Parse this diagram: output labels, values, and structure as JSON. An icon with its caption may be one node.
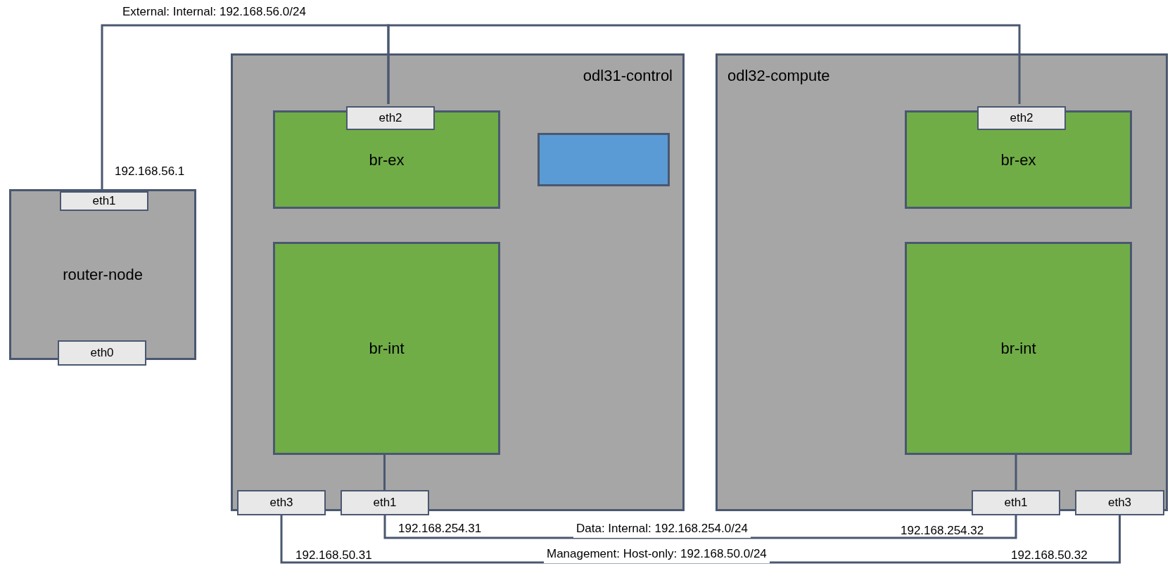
{
  "diagram": {
    "nodes": [
      {
        "text": [
          "router-node"
        ]
      },
      {
        "text": [
          "eth1"
        ],
        "in": 0
      },
      {
        "text": [
          "eth0"
        ]
      },
      {
        "text": [
          "odl31-control"
        ]
      },
      {
        "text": [
          "br-ex"
        ],
        "in": 3
      },
      {
        "text": [
          "eth2"
        ],
        "in": 3
      },
      {
        "text": [],
        "shape": "box",
        "in": 3
      },
      {
        "text": [
          "br-int"
        ],
        "in": 3
      },
      {
        "text": [
          "eth3"
        ]
      },
      {
        "text": [
          "eth1"
        ]
      },
      {
        "text": [
          "odl32-compute"
        ]
      },
      {
        "text": [
          "br-ex"
        ],
        "in": 10
      },
      {
        "text": [
          "eth2"
        ],
        "in": 10
      },
      {
        "text": [
          "br-int"
        ],
        "in": 10
      },
      {
        "text": [
          "eth1"
        ]
      },
      {
        "text": [
          "eth3"
        ]
      }
    ],
    "edges": [
      {
        "from": 1,
        "to": 5,
        "arrow": "none",
        "label": "External: Internal: 192.168.56.0/24"
      },
      {
        "from": 5,
        "to": 12,
        "arrow": "none"
      },
      {
        "from": 7,
        "to": 9,
        "arrow": "none"
      },
      {
        "from": 13,
        "to": 14,
        "arrow": "none"
      },
      {
        "from": 9,
        "to": 14,
        "arrow": "none",
        "label": "Data: Internal: 192.168.254.0/24"
      },
      {
        "from": 8,
        "to": 15,
        "arrow": "none",
        "label": "Management: Host-only: 192.168.50.0/24"
      }
    ],
    "labels": [
      "192.168.56.1",
      "192.168.254.31",
      "192.168.50.31",
      "192.168.254.32",
      "192.168.50.32"
    ]
  }
}
